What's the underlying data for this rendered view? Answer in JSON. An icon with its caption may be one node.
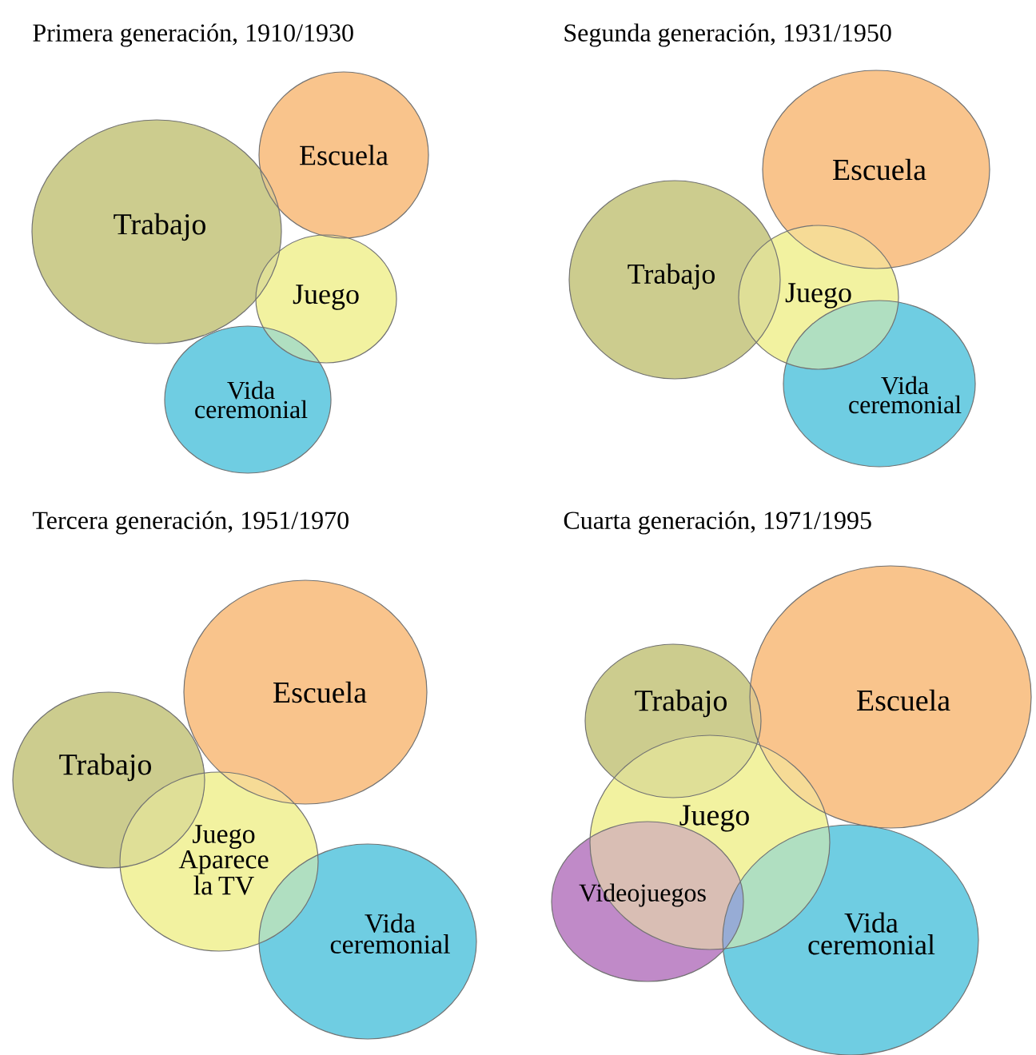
{
  "diagram": {
    "nodes": [
      {
        "text": [
          "Escuela"
        ]
      },
      {
        "text": [
          "Trabajo"
        ]
      },
      {
        "text": [
          "Juego"
        ]
      },
      {
        "text": [
          "Vida ceremonial"
        ]
      },
      {
        "text": [
          "Escuela"
        ]
      },
      {
        "text": [
          "Trabajo"
        ]
      },
      {
        "text": [
          "Juego"
        ]
      },
      {
        "text": [
          "Vida ceremonial"
        ]
      },
      {
        "text": [
          "Escuela"
        ]
      },
      {
        "text": [
          "Trabajo"
        ]
      },
      {
        "text": [
          "Juego",
          "Aparece la TV"
        ]
      },
      {
        "text": [
          "Vida ceremonial"
        ]
      },
      {
        "text": [
          "Trabajo"
        ]
      },
      {
        "text": [
          "Escuela"
        ]
      },
      {
        "text": [
          "Juego"
        ]
      },
      {
        "text": [
          "Videojuegos"
        ]
      },
      {
        "text": [
          "Vida ceremonial"
        ]
      }
    ],
    "labels": [
      "Primera generación, 1910/1930",
      "Segunda generación, 1931/1950",
      "Tercera generación, 1951/1970",
      "Cuarta generación, 1971/1995"
    ]
  }
}
